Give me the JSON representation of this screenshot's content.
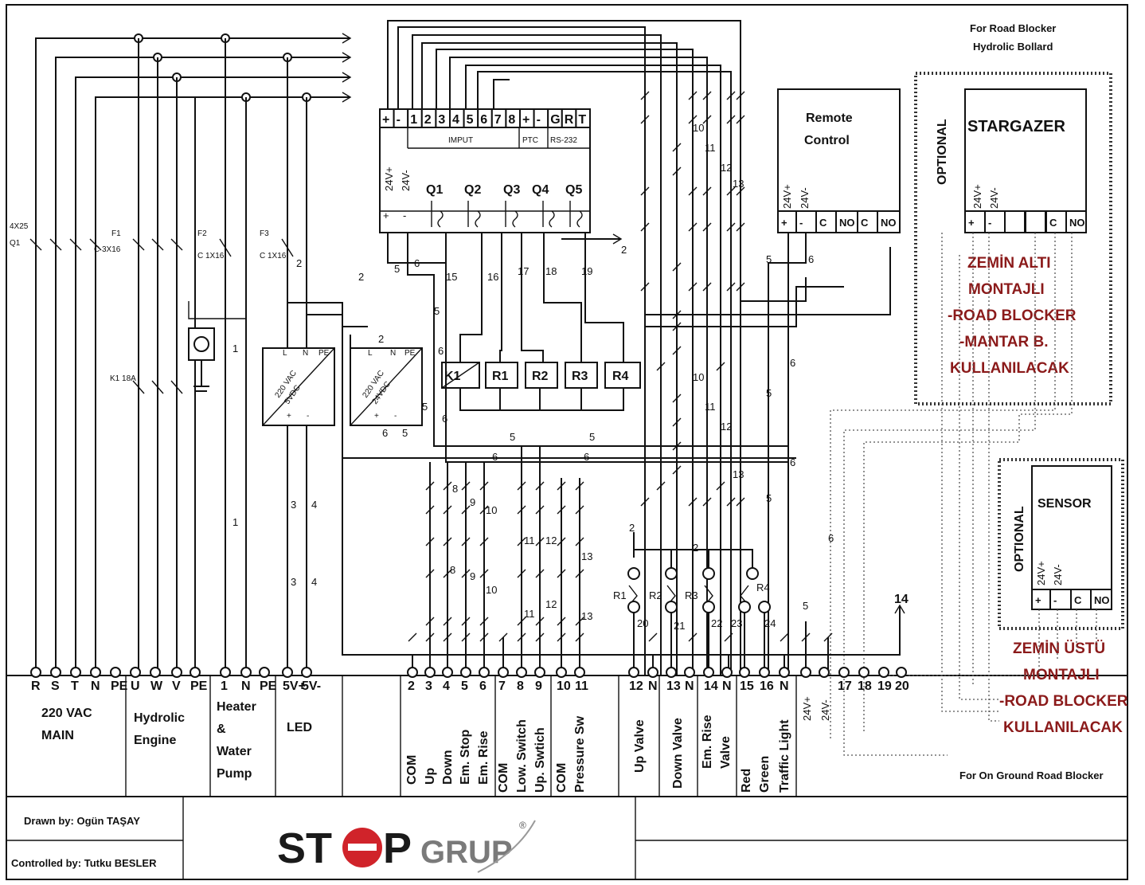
{
  "header": {
    "road_blocker_line1": "For Road Blocker",
    "road_blocker_line2": "Hydrolic Bollard",
    "on_ground": "For On Ground Road Blocker"
  },
  "left_breakers": {
    "q1_rating": "4X25",
    "q1_name": "Q1",
    "f1_name": "F1",
    "f1_rating": "C 3X16",
    "f2_name": "F2",
    "f2_rating": "C 1X16",
    "f3_name": "F3",
    "f3_rating": "C 1X16",
    "k1_rating": "K1 18A"
  },
  "psu": {
    "psu1_lines": [
      "220 VAC",
      "5VDC"
    ],
    "psu2_lines": [
      "220 VAC",
      "24VDC"
    ],
    "terminal_labels": [
      "L",
      "N",
      "PE",
      "+",
      "-"
    ]
  },
  "controller": {
    "top_terminals": [
      "+",
      "-",
      "1",
      "2",
      "3",
      "4",
      "5",
      "6",
      "7",
      "8",
      "+",
      "-",
      "G",
      "R",
      "T"
    ],
    "group_input": "IMPUT",
    "group_ptc": "PTC",
    "group_rs232": "RS-232",
    "supply_labels": [
      "24V+",
      "24V-"
    ],
    "outputs": [
      "Q1",
      "Q2",
      "Q3",
      "Q4",
      "Q5"
    ]
  },
  "relays": [
    "K1",
    "R1",
    "R2",
    "R3",
    "R4"
  ],
  "remote": {
    "title_line1": "Remote",
    "title_line2": "Control",
    "supply": [
      "24V+",
      "24V-"
    ],
    "terminals": [
      "+",
      "-",
      "C",
      "NO",
      "C",
      "NO"
    ]
  },
  "stargazer": {
    "optional": "OPTIONAL",
    "title": "STARGAZER",
    "supply": [
      "24V+",
      "24V-"
    ],
    "terminals": [
      "+",
      "-",
      "",
      "",
      "C",
      "NO"
    ],
    "note": [
      "ZEMİN ALTI",
      "MONTAJLI",
      "-ROAD BLOCKER",
      "-MANTAR B.",
      "KULLANILACAK"
    ]
  },
  "sensor": {
    "optional": "OPTIONAL",
    "title": "SENSOR",
    "supply": [
      "24V+",
      "24V-"
    ],
    "terminals": [
      "+",
      "-",
      "C",
      "NO"
    ],
    "note": [
      "ZEMİN ÜSTÜ",
      "MONTAJLI",
      "-ROAD BLOCKER",
      "KULLANILACAK"
    ]
  },
  "relay_contacts": [
    "R1",
    "R2",
    "R3",
    "R4"
  ],
  "contact_numbers": [
    "20",
    "21",
    "22",
    "23",
    "24"
  ],
  "wire_numbers": [
    "1",
    "2",
    "3",
    "4",
    "5",
    "6",
    "7",
    "8",
    "9",
    "10",
    "11",
    "12",
    "13",
    "14",
    "15",
    "16",
    "17",
    "18",
    "19",
    "20"
  ],
  "terminal_strip": {
    "group1_numbers": [
      "R",
      "S",
      "T",
      "N",
      "PE"
    ],
    "group1_label": [
      "220 VAC",
      "MAIN"
    ],
    "group2_numbers": [
      "U",
      "W",
      "V",
      "PE"
    ],
    "group2_label": [
      "Hydrolic",
      "Engine"
    ],
    "group3_numbers": [
      "1",
      "N",
      "PE"
    ],
    "group3_label": [
      "Heater",
      "&",
      "Water",
      "Pump"
    ],
    "group4_numbers": [
      "5V+",
      "5V-"
    ],
    "group4_label": "LED",
    "group5_numbers": [
      "2",
      "3",
      "4",
      "5",
      "6"
    ],
    "group5_labels": [
      "COM",
      "Up",
      "Down",
      "Em. Stop",
      "Em. Rise"
    ],
    "group6_numbers": [
      "7",
      "8",
      "9"
    ],
    "group6_labels": [
      "COM",
      "Low. Switch",
      "Up. Swtich"
    ],
    "group7_numbers": [
      "10",
      "11"
    ],
    "group7_labels": [
      "COM",
      "Pressure Sw"
    ],
    "group8_numbers": [
      "12",
      "N"
    ],
    "group8_labels": [
      "Up Valve"
    ],
    "group9_numbers": [
      "13",
      "N"
    ],
    "group9_labels": [
      "Down Valve"
    ],
    "group10_numbers": [
      "14",
      "N"
    ],
    "group10_labels": [
      "Em. Rise",
      "Valve"
    ],
    "group11_numbers": [
      "15",
      "16",
      "N"
    ],
    "group11_labels": [
      "Red",
      "Green",
      "Traffic Light"
    ],
    "group12_numbers": [
      "24V+",
      "24V-",
      "17",
      "18",
      "19",
      "20"
    ]
  },
  "footer": {
    "drawn_by": "Drawn by: Ogün TAŞAY",
    "controlled_by": "Controlled by: Tutku BESLER",
    "logo_left": "ST",
    "logo_right": "P",
    "logo_grup": "GRUP",
    "logo_mark": "®"
  },
  "colors": {
    "line": "#111111",
    "note_red": "#8b1a1a",
    "logo_red": "#d0232a",
    "logo_grey": "#7a7a7a"
  }
}
